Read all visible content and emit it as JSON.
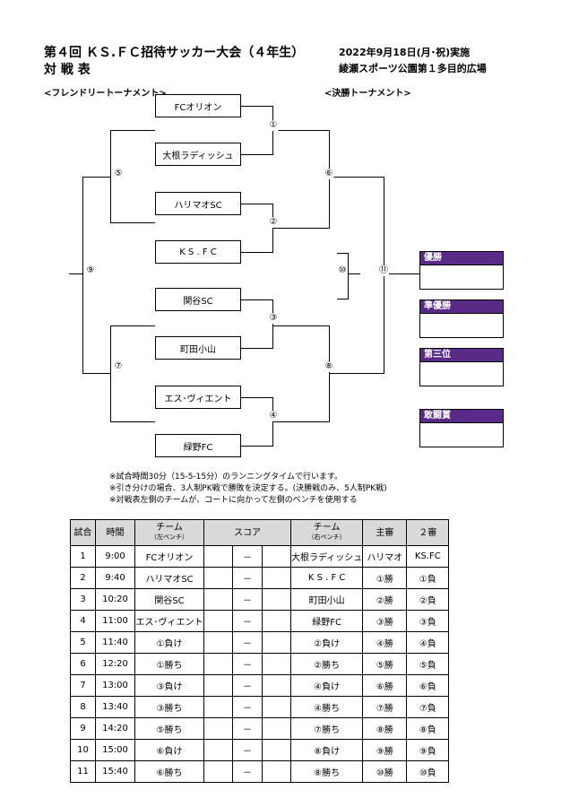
{
  "header": {
    "title": "第４回 ＫＳ.ＦＣ招待サッカー大会（４年生）",
    "subtitle": "対 戦 表",
    "date": "2022年9月18日(月･祝)実施",
    "venue": "綾瀬スポーツ公園第１多目的広場"
  },
  "bracket": {
    "friendly_label": "<フレンドリートーナメント>",
    "final_label": "<決勝トーナメント>",
    "teams": [
      "FCオリオン",
      "大根ラディッシュ",
      "ハリマオSC",
      "K S . F C",
      "関谷SC",
      "町田小山",
      "エス･ヴィエント",
      "緑野FC"
    ],
    "match_numbers": {
      "m1": "①",
      "m2": "②",
      "m3": "③",
      "m4": "④",
      "m5": "⑤",
      "m6": "⑥",
      "m7": "⑦",
      "m8": "⑧",
      "m9": "⑨",
      "m10": "⑩",
      "m11": "⑪"
    }
  },
  "results": [
    {
      "label": "優勝"
    },
    {
      "label": "準優勝"
    },
    {
      "label": "第三位"
    },
    {
      "label": "敢闘賞"
    }
  ],
  "notes": [
    "※試合時間30分（15-5-15分）のランニングタイムで行います。",
    "※引き分けの場合、3人制PK戦で勝敗を決定する。(決勝戦のみ、5人制PK戦)",
    "※対戦表左側のチームが、コートに向かって左側のベンチを使用する"
  ],
  "schedule": {
    "headers": {
      "match": "試合",
      "time": "時間",
      "team_left": "チーム",
      "team_left_sub": "（左ベンチ）",
      "score": "スコア",
      "team_right": "チーム",
      "team_right_sub": "（右ベンチ）",
      "ref1": "主審",
      "ref2": "２審"
    },
    "rows": [
      {
        "no": "1",
        "time": "9:00",
        "left": "FCオリオン",
        "dash": "－",
        "right": "大根ラディッシュ",
        "ref1": "ハリマオ",
        "ref2": "KS.FC"
      },
      {
        "no": "2",
        "time": "9:40",
        "left": "ハリマオSC",
        "dash": "－",
        "right": "K S . F C",
        "ref1": "①勝",
        "ref2": "①負"
      },
      {
        "no": "3",
        "time": "10:20",
        "left": "関谷SC",
        "dash": "－",
        "right": "町田小山",
        "ref1": "②勝",
        "ref2": "②負"
      },
      {
        "no": "4",
        "time": "11:00",
        "left": "エス･ヴィエント",
        "dash": "－",
        "right": "緑野FC",
        "ref1": "③勝",
        "ref2": "③負"
      },
      {
        "no": "5",
        "time": "11:40",
        "left": "①負け",
        "dash": "－",
        "right": "②負け",
        "ref1": "④勝",
        "ref2": "④負"
      },
      {
        "no": "6",
        "time": "12:20",
        "left": "①勝ち",
        "dash": "－",
        "right": "②勝ち",
        "ref1": "⑤勝",
        "ref2": "⑤負"
      },
      {
        "no": "7",
        "time": "13:00",
        "left": "③負け",
        "dash": "－",
        "right": "④負け",
        "ref1": "⑥勝",
        "ref2": "⑥負"
      },
      {
        "no": "8",
        "time": "13:40",
        "left": "③勝ち",
        "dash": "－",
        "right": "④勝ち",
        "ref1": "⑦勝",
        "ref2": "⑦負"
      },
      {
        "no": "9",
        "time": "14:20",
        "left": "⑤勝ち",
        "dash": "－",
        "right": "⑦勝ち",
        "ref1": "⑧勝",
        "ref2": "⑧負"
      },
      {
        "no": "10",
        "time": "15:00",
        "left": "⑥負け",
        "dash": "－",
        "right": "⑧負け",
        "ref1": "⑨勝",
        "ref2": "⑨負"
      },
      {
        "no": "11",
        "time": "15:40",
        "left": "⑥勝ち",
        "dash": "－",
        "right": "⑧勝ち",
        "ref1": "⑩勝",
        "ref2": "⑩負"
      }
    ]
  }
}
